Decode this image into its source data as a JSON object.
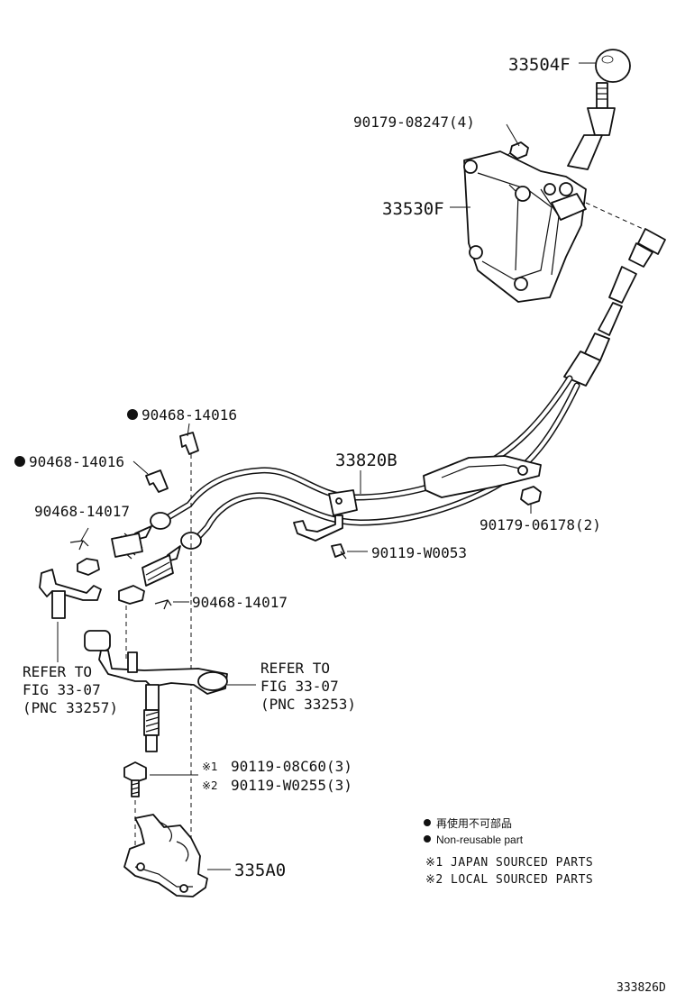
{
  "parts": {
    "knob": "33504F",
    "nut_top": "90179-08247(4)",
    "lever_assy": "33530F",
    "cable_assy": "33820B",
    "clip_upper": "90468-14016",
    "clip_left": "90468-14016",
    "pin_left": "90468-14017",
    "nut_right": "90179-06178(2)",
    "bolt_mid": "90119-W0053",
    "pin_lower": "90468-14017",
    "bolt_1": "90119-08C60(3)",
    "bolt_2": "90119-W0255(3)",
    "bracket": "335A0"
  },
  "refer_left": [
    "REFER TO",
    "FIG 33-07",
    "(PNC 33257)"
  ],
  "refer_right": [
    "REFER TO",
    "FIG 33-07",
    "(PNC 33253)"
  ],
  "marks": {
    "m1": "※1",
    "m2": "※2"
  },
  "legend": {
    "jp": "再使用不可部品",
    "en": "Non-reusable part",
    "note1": "※1 JAPAN SOURCED PARTS",
    "note2": "※2 LOCAL SOURCED PARTS"
  },
  "figure_id": "333826D"
}
